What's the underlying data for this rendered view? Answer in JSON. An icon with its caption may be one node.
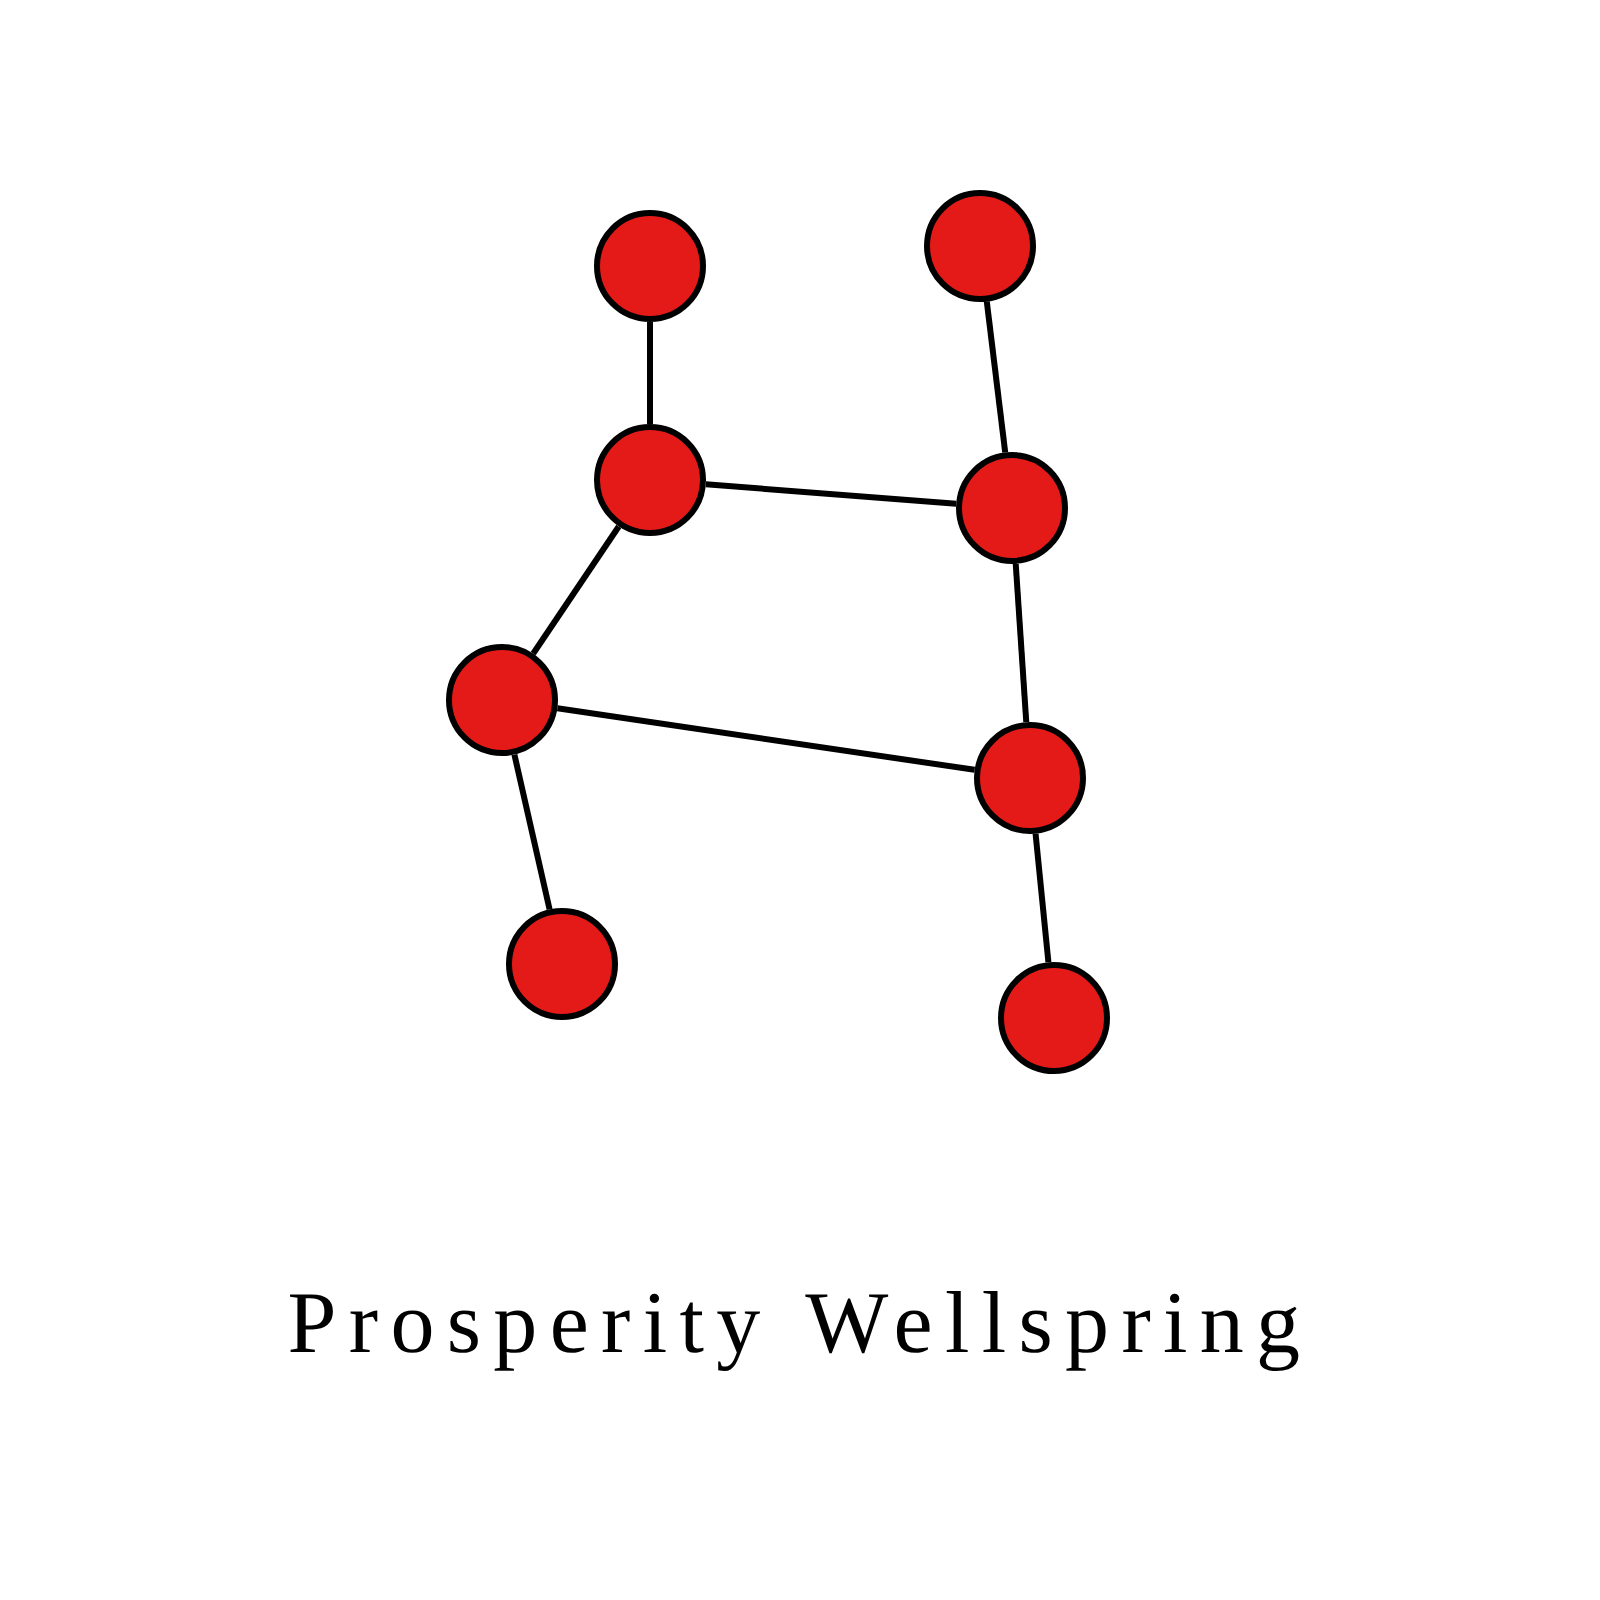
{
  "diagram": {
    "caption": "Prosperity Wellspring",
    "nodes": [
      {
        "text": [],
        "shape": "circle"
      },
      {
        "text": [],
        "shape": "circle"
      },
      {
        "text": [],
        "shape": "circle"
      },
      {
        "text": [],
        "shape": "circle"
      },
      {
        "text": [],
        "shape": "circle"
      },
      {
        "text": [],
        "shape": "circle"
      },
      {
        "text": [],
        "shape": "circle"
      },
      {
        "text": [],
        "shape": "circle"
      }
    ],
    "edges": [
      {
        "from": 0,
        "to": 2,
        "arrow": "none"
      },
      {
        "from": 1,
        "to": 3,
        "arrow": "none"
      },
      {
        "from": 2,
        "to": 3,
        "arrow": "none"
      },
      {
        "from": 2,
        "to": 4,
        "arrow": "none"
      },
      {
        "from": 3,
        "to": 5,
        "arrow": "none"
      },
      {
        "from": 4,
        "to": 5,
        "arrow": "none"
      },
      {
        "from": 4,
        "to": 6,
        "arrow": "none"
      },
      {
        "from": 5,
        "to": 7,
        "arrow": "none"
      }
    ]
  }
}
